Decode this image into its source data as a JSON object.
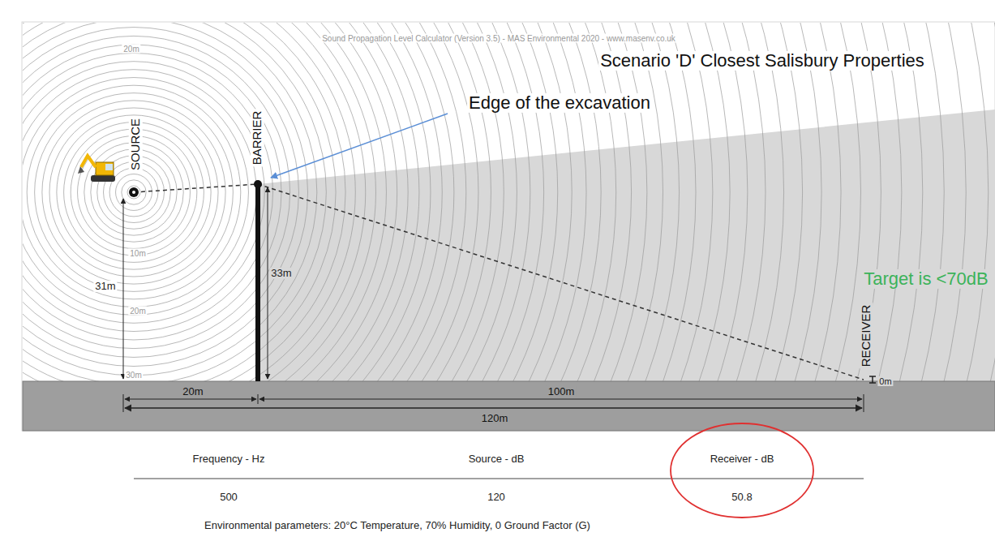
{
  "diagram": {
    "title": "Scenario 'D' Closest Salisbury Properties",
    "labels": [
      "Sound Propagation Level Calculator (Version 3.5) - MAS Environmental 2020 - www.masenv.co.uk",
      "Edge of the excavation",
      "SOURCE",
      "BARRIER",
      "RECEIVER",
      "20m",
      "10m",
      "20m",
      "30m",
      "31m",
      "33m",
      "0m",
      "20m",
      "100m",
      "120m",
      "Target is <70dB",
      "Frequency - Hz",
      "Source - dB",
      "Receiver - dB",
      "500",
      "120",
      "50.8",
      "Environmental parameters: 20°C Temperature, 70% Humidity, 0 Ground Factor (G)"
    ]
  }
}
